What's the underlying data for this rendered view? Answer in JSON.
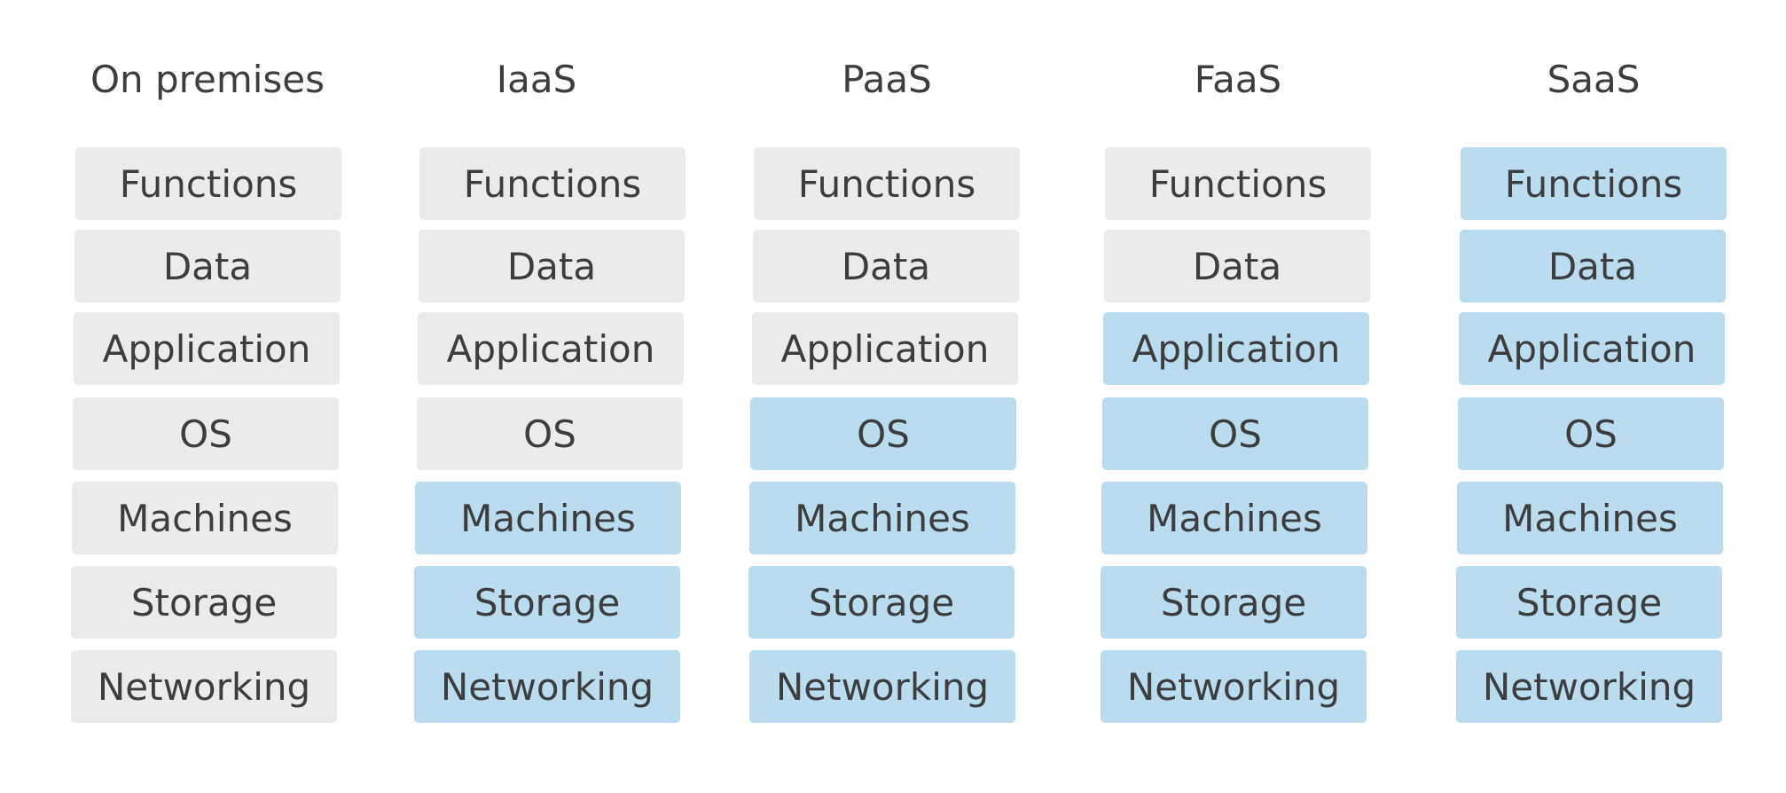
{
  "colors": {
    "self_managed": "#ebebeb",
    "provider_managed": "#b9dcef",
    "text": "#3d3d3d"
  },
  "columns": [
    {
      "title": "On premises",
      "layers": [
        {
          "label": "Functions",
          "managed": "self"
        },
        {
          "label": "Data",
          "managed": "self"
        },
        {
          "label": "Application",
          "managed": "self"
        },
        {
          "label": "OS",
          "managed": "self"
        },
        {
          "label": "Machines",
          "managed": "self"
        },
        {
          "label": "Storage",
          "managed": "self"
        },
        {
          "label": "Networking",
          "managed": "self"
        }
      ]
    },
    {
      "title": "IaaS",
      "layers": [
        {
          "label": "Functions",
          "managed": "self"
        },
        {
          "label": "Data",
          "managed": "self"
        },
        {
          "label": "Application",
          "managed": "self"
        },
        {
          "label": "OS",
          "managed": "self"
        },
        {
          "label": "Machines",
          "managed": "provider"
        },
        {
          "label": "Storage",
          "managed": "provider"
        },
        {
          "label": "Networking",
          "managed": "provider"
        }
      ]
    },
    {
      "title": "PaaS",
      "layers": [
        {
          "label": "Functions",
          "managed": "self"
        },
        {
          "label": "Data",
          "managed": "self"
        },
        {
          "label": "Application",
          "managed": "self"
        },
        {
          "label": "OS",
          "managed": "provider"
        },
        {
          "label": "Machines",
          "managed": "provider"
        },
        {
          "label": "Storage",
          "managed": "provider"
        },
        {
          "label": "Networking",
          "managed": "provider"
        }
      ]
    },
    {
      "title": "FaaS",
      "layers": [
        {
          "label": "Functions",
          "managed": "self"
        },
        {
          "label": "Data",
          "managed": "self"
        },
        {
          "label": "Application",
          "managed": "provider"
        },
        {
          "label": "OS",
          "managed": "provider"
        },
        {
          "label": "Machines",
          "managed": "provider"
        },
        {
          "label": "Storage",
          "managed": "provider"
        },
        {
          "label": "Networking",
          "managed": "provider"
        }
      ]
    },
    {
      "title": "SaaS",
      "layers": [
        {
          "label": "Functions",
          "managed": "provider"
        },
        {
          "label": "Data",
          "managed": "provider"
        },
        {
          "label": "Application",
          "managed": "provider"
        },
        {
          "label": "OS",
          "managed": "provider"
        },
        {
          "label": "Machines",
          "managed": "provider"
        },
        {
          "label": "Storage",
          "managed": "provider"
        },
        {
          "label": "Networking",
          "managed": "provider"
        }
      ]
    }
  ]
}
